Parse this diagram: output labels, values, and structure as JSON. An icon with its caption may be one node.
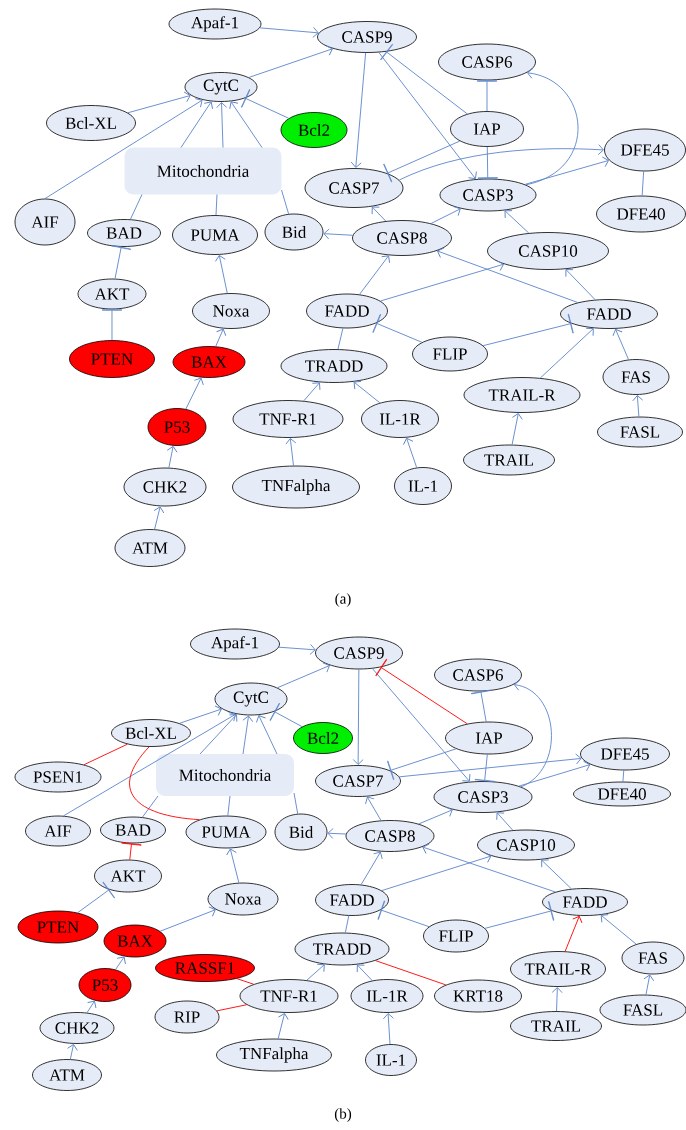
{
  "diagram": {
    "nodes": [
      {
        "text": [
          "Apaf-1"
        ]
      },
      {
        "text": [
          "CASP9"
        ]
      },
      {
        "text": [
          "CytC"
        ]
      },
      {
        "text": [
          "CASP6"
        ]
      },
      {
        "text": [
          "Bcl-XL"
        ]
      },
      {
        "text": [
          "Bcl2"
        ]
      },
      {
        "text": [
          "IAP"
        ]
      },
      {
        "text": [
          "Mitochondria"
        ]
      },
      {
        "text": [
          "DFE45"
        ]
      },
      {
        "text": [
          "CASP7"
        ]
      },
      {
        "text": [
          "CASP3"
        ]
      },
      {
        "text": [
          "AIF"
        ]
      },
      {
        "text": [
          "BAD"
        ]
      },
      {
        "text": [
          "PUMA"
        ]
      },
      {
        "text": [
          "Bid"
        ]
      },
      {
        "text": [
          "DFE40"
        ]
      },
      {
        "text": [
          "CASP8"
        ]
      },
      {
        "text": [
          "CASP10"
        ]
      },
      {
        "text": [
          "AKT"
        ]
      },
      {
        "text": [
          "Noxa"
        ]
      },
      {
        "text": [
          "FADD"
        ]
      },
      {
        "text": [
          "FADD"
        ]
      },
      {
        "text": [
          "PTEN"
        ]
      },
      {
        "text": [
          "BAX"
        ]
      },
      {
        "text": [
          "FLIP"
        ]
      },
      {
        "text": [
          "TRADD"
        ]
      },
      {
        "text": [
          "TRAIL-R"
        ]
      },
      {
        "text": [
          "FAS"
        ]
      },
      {
        "text": [
          "P53"
        ]
      },
      {
        "text": [
          "TNF-R1"
        ]
      },
      {
        "text": [
          "IL-1R"
        ]
      },
      {
        "text": [
          "FASL"
        ]
      },
      {
        "text": [
          "TRAIL"
        ]
      },
      {
        "text": [
          "CHK2"
        ]
      },
      {
        "text": [
          "TNFalpha"
        ]
      },
      {
        "text": [
          "IL-1"
        ]
      },
      {
        "text": [
          "ATM"
        ]
      },
      {
        "text": [
          "Apaf-1"
        ]
      },
      {
        "text": [
          "CASP9"
        ]
      },
      {
        "text": [
          "CASP6"
        ]
      },
      {
        "text": [
          "CytC"
        ]
      },
      {
        "text": [
          "Bcl-XL"
        ]
      },
      {
        "text": [
          "Bcl2"
        ]
      },
      {
        "text": [
          "IAP"
        ]
      },
      {
        "text": [
          "DFE45"
        ]
      },
      {
        "text": [
          "PSEN1"
        ]
      },
      {
        "text": [
          "Mitochondria"
        ]
      },
      {
        "text": [
          "CASP7"
        ]
      },
      {
        "text": [
          "DFE40"
        ]
      },
      {
        "text": [
          "CASP3"
        ]
      },
      {
        "text": [
          "AIF"
        ]
      },
      {
        "text": [
          "BAD"
        ]
      },
      {
        "text": [
          "PUMA"
        ]
      },
      {
        "text": [
          "Bid"
        ]
      },
      {
        "text": [
          "CASP8"
        ]
      },
      {
        "text": [
          "CASP10"
        ]
      },
      {
        "text": [
          "AKT"
        ]
      },
      {
        "text": [
          "Noxa"
        ]
      },
      {
        "text": [
          "FADD"
        ]
      },
      {
        "text": [
          "FADD"
        ]
      },
      {
        "text": [
          "PTEN"
        ]
      },
      {
        "text": [
          "FLIP"
        ]
      },
      {
        "text": [
          "BAX"
        ]
      },
      {
        "text": [
          "TRADD"
        ]
      },
      {
        "text": [
          "FAS"
        ]
      },
      {
        "text": [
          "RASSF1"
        ]
      },
      {
        "text": [
          "TRAIL-R"
        ]
      },
      {
        "text": [
          "P53"
        ]
      },
      {
        "text": [
          "TNF-R1"
        ]
      },
      {
        "text": [
          "IL-1R"
        ]
      },
      {
        "text": [
          "KRT18"
        ]
      },
      {
        "text": [
          "FASL"
        ]
      },
      {
        "text": [
          "RIP"
        ]
      },
      {
        "text": [
          "TRAIL"
        ]
      },
      {
        "text": [
          "CHK2"
        ]
      },
      {
        "text": [
          "TNFalpha"
        ]
      },
      {
        "text": [
          "IL-1"
        ]
      },
      {
        "text": [
          "ATM"
        ]
      }
    ],
    "edges": [
      {
        "from": 0,
        "to": 1,
        "arrow": "to"
      },
      {
        "from": 2,
        "to": 1,
        "arrow": "to"
      },
      {
        "from": 4,
        "to": 2,
        "arrow": "to"
      },
      {
        "from": 11,
        "to": 2,
        "arrow": "to"
      },
      {
        "from": 12,
        "to": 7,
        "arrow": "none"
      },
      {
        "from": 13,
        "to": 7,
        "arrow": "none"
      },
      {
        "from": 14,
        "to": 7,
        "arrow": "none"
      },
      {
        "from": 7,
        "to": 2,
        "arrow": "to"
      },
      {
        "from": 7,
        "to": 2,
        "arrow": "to"
      },
      {
        "from": 7,
        "to": 2,
        "arrow": "to"
      },
      {
        "from": 5,
        "to": 2,
        "arrow": "other"
      },
      {
        "from": 1,
        "to": 9,
        "arrow": "to"
      },
      {
        "from": 1,
        "to": 10,
        "arrow": "to"
      },
      {
        "from": 6,
        "to": 1,
        "arrow": "other"
      },
      {
        "from": 6,
        "to": 3,
        "arrow": "other"
      },
      {
        "from": 6,
        "to": 9,
        "arrow": "other"
      },
      {
        "from": 6,
        "to": 10,
        "arrow": "other"
      },
      {
        "from": 9,
        "to": 8,
        "arrow": "to"
      },
      {
        "from": 10,
        "to": 8,
        "arrow": "to"
      },
      {
        "from": 10,
        "to": 3,
        "arrow": "to"
      },
      {
        "from": 8,
        "to": 15,
        "arrow": "none"
      },
      {
        "from": 16,
        "to": 14,
        "arrow": "to"
      },
      {
        "from": 16,
        "to": 9,
        "arrow": "to"
      },
      {
        "from": 16,
        "to": 10,
        "arrow": "to"
      },
      {
        "from": 17,
        "to": 10,
        "arrow": "to"
      },
      {
        "from": 20,
        "to": 16,
        "arrow": "to"
      },
      {
        "from": 20,
        "to": 17,
        "arrow": "to"
      },
      {
        "from": 21,
        "to": 16,
        "arrow": "to"
      },
      {
        "from": 21,
        "to": 17,
        "arrow": "to"
      },
      {
        "from": 20,
        "to": 25,
        "arrow": "none"
      },
      {
        "from": 24,
        "to": 20,
        "arrow": "other"
      },
      {
        "from": 24,
        "to": 21,
        "arrow": "other"
      },
      {
        "from": 26,
        "to": 21,
        "arrow": "to"
      },
      {
        "from": 27,
        "to": 21,
        "arrow": "to"
      },
      {
        "from": 31,
        "to": 27,
        "arrow": "to"
      },
      {
        "from": 32,
        "to": 26,
        "arrow": "to"
      },
      {
        "from": 29,
        "to": 25,
        "arrow": "to"
      },
      {
        "from": 30,
        "to": 25,
        "arrow": "to"
      },
      {
        "from": 34,
        "to": 29,
        "arrow": "to"
      },
      {
        "from": 35,
        "to": 30,
        "arrow": "to"
      },
      {
        "from": 18,
        "to": 12,
        "arrow": "other"
      },
      {
        "from": 22,
        "to": 18,
        "arrow": "other"
      },
      {
        "from": 19,
        "to": 13,
        "arrow": "to"
      },
      {
        "from": 23,
        "to": 19,
        "arrow": "to"
      },
      {
        "from": 28,
        "to": 23,
        "arrow": "to"
      },
      {
        "from": 33,
        "to": 28,
        "arrow": "to"
      },
      {
        "from": 36,
        "to": 33,
        "arrow": "to"
      },
      {
        "from": 37,
        "to": 38,
        "arrow": "to"
      },
      {
        "from": 40,
        "to": 38,
        "arrow": "to"
      },
      {
        "from": 41,
        "to": 40,
        "arrow": "to"
      },
      {
        "from": 50,
        "to": 40,
        "arrow": "to"
      },
      {
        "from": 51,
        "to": 46,
        "arrow": "none"
      },
      {
        "from": 52,
        "to": 46,
        "arrow": "none"
      },
      {
        "from": 53,
        "to": 46,
        "arrow": "none"
      },
      {
        "from": 46,
        "to": 40,
        "arrow": "to"
      },
      {
        "from": 46,
        "to": 40,
        "arrow": "to"
      },
      {
        "from": 46,
        "to": 40,
        "arrow": "to"
      },
      {
        "from": 42,
        "to": 40,
        "arrow": "other"
      },
      {
        "from": 38,
        "to": 47,
        "arrow": "to"
      },
      {
        "from": 38,
        "to": 49,
        "arrow": "to"
      },
      {
        "from": 43,
        "to": 38,
        "arrow": "other",
        "color": "#ff0000"
      },
      {
        "from": 43,
        "to": 39,
        "arrow": "other"
      },
      {
        "from": 43,
        "to": 47,
        "arrow": "other"
      },
      {
        "from": 43,
        "to": 49,
        "arrow": "other"
      },
      {
        "from": 47,
        "to": 44,
        "arrow": "to"
      },
      {
        "from": 49,
        "to": 44,
        "arrow": "to"
      },
      {
        "from": 49,
        "to": 39,
        "arrow": "to"
      },
      {
        "from": 44,
        "to": 48,
        "arrow": "none"
      },
      {
        "from": 54,
        "to": 53,
        "arrow": "to"
      },
      {
        "from": 54,
        "to": 47,
        "arrow": "to"
      },
      {
        "from": 54,
        "to": 49,
        "arrow": "to"
      },
      {
        "from": 55,
        "to": 49,
        "arrow": "to"
      },
      {
        "from": 58,
        "to": 54,
        "arrow": "to"
      },
      {
        "from": 58,
        "to": 55,
        "arrow": "to"
      },
      {
        "from": 59,
        "to": 54,
        "arrow": "to"
      },
      {
        "from": 59,
        "to": 55,
        "arrow": "to"
      },
      {
        "from": 58,
        "to": 63,
        "arrow": "none"
      },
      {
        "from": 61,
        "to": 58,
        "arrow": "other"
      },
      {
        "from": 61,
        "to": 59,
        "arrow": "other"
      },
      {
        "from": 66,
        "to": 59,
        "arrow": "to",
        "color": "#ff0000"
      },
      {
        "from": 64,
        "to": 59,
        "arrow": "to"
      },
      {
        "from": 71,
        "to": 64,
        "arrow": "to"
      },
      {
        "from": 73,
        "to": 66,
        "arrow": "to"
      },
      {
        "from": 68,
        "to": 63,
        "arrow": "to"
      },
      {
        "from": 69,
        "to": 63,
        "arrow": "to"
      },
      {
        "from": 75,
        "to": 68,
        "arrow": "to"
      },
      {
        "from": 76,
        "to": 69,
        "arrow": "to"
      },
      {
        "from": 56,
        "to": 51,
        "arrow": "other",
        "color": "#ff0000"
      },
      {
        "from": 60,
        "to": 56,
        "arrow": "other"
      },
      {
        "from": 57,
        "to": 52,
        "arrow": "to"
      },
      {
        "from": 62,
        "to": 57,
        "arrow": "to"
      },
      {
        "from": 67,
        "to": 62,
        "arrow": "to"
      },
      {
        "from": 74,
        "to": 67,
        "arrow": "to"
      },
      {
        "from": 77,
        "to": 74,
        "arrow": "to"
      },
      {
        "from": 41,
        "to": 45,
        "arrow": "none",
        "color": "#ff0000"
      },
      {
        "from": 41,
        "to": 52,
        "arrow": "none",
        "color": "#ff0000"
      },
      {
        "from": 63,
        "to": 70,
        "arrow": "none",
        "color": "#ff0000"
      },
      {
        "from": 65,
        "to": 68,
        "arrow": "none",
        "color": "#ff0000"
      },
      {
        "from": 72,
        "to": 68,
        "arrow": "none",
        "color": "#ff0000"
      }
    ],
    "labels": [
      "(a)",
      "(b)"
    ]
  }
}
